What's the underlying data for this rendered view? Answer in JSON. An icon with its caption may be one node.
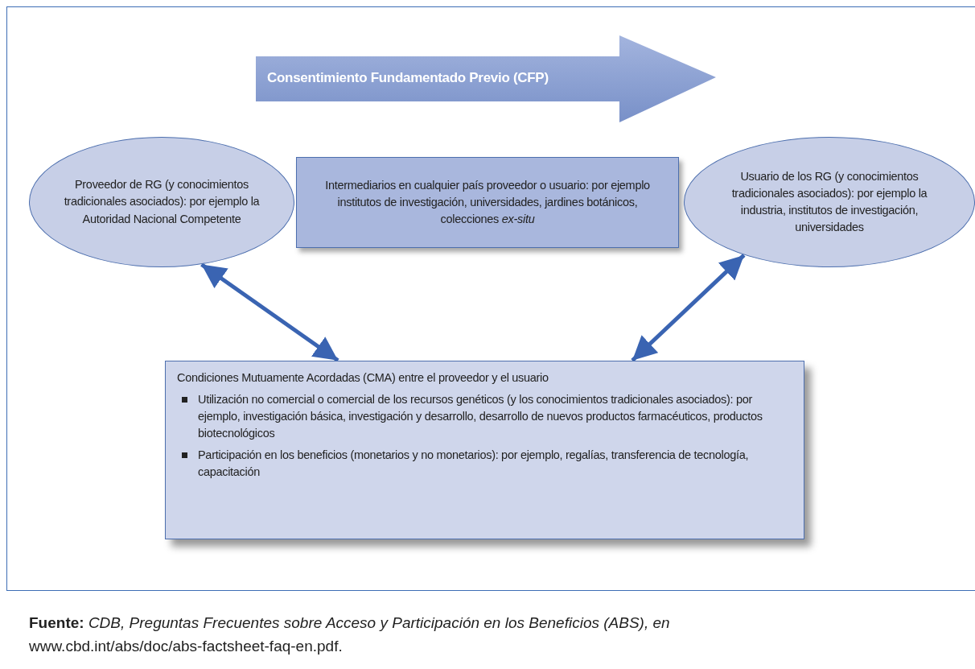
{
  "diagram": {
    "caption": "**Fuente:** *CDB, Preguntas Frecuentes sobre Acceso y Participación en los Beneficios (ABS), en* www.cbd.int/abs/doc/abs-factsheet-faq-en.pdf.",
    "nodes": [
      {
        "text": [
          "Consentimiento Fundamentado Previo (CFP)"
        ]
      },
      {
        "text": [
          "Proveedor de RG (y conocimientos tradicionales asociados): por ejemplo la Autoridad Nacional Competente"
        ]
      },
      {
        "text": [
          "Intermediarios en cualquier país proveedor o usuario: por ejemplo institutos de investigación, universidades, jardines botánicos, colecciones *ex-situ*"
        ]
      },
      {
        "text": [
          "Usuario de los RG (y conocimientos tradicionales asociados): por ejemplo la industria, institutos de investigación, universidades"
        ]
      },
      {
        "text": [
          "Condiciones Mutuamente Acordadas (CMA) entre el proveedor y el usuario",
          "Utilización no comercial o comercial de los recursos genéticos (y los conocimientos tradicionales asociados): por ejemplo, investigación básica, investigación y desarrollo, desarrollo de nuevos productos farmacéuticos, productos biotecnológicos",
          "Participación en los beneficios (monetarios y no monetarios): por ejemplo, regalías, transferencia de tecnología, capacitación"
        ]
      }
    ],
    "edges": [
      {
        "from": 1,
        "to": 4,
        "arrow": "both"
      },
      {
        "from": 3,
        "to": 4,
        "arrow": "both"
      }
    ]
  }
}
